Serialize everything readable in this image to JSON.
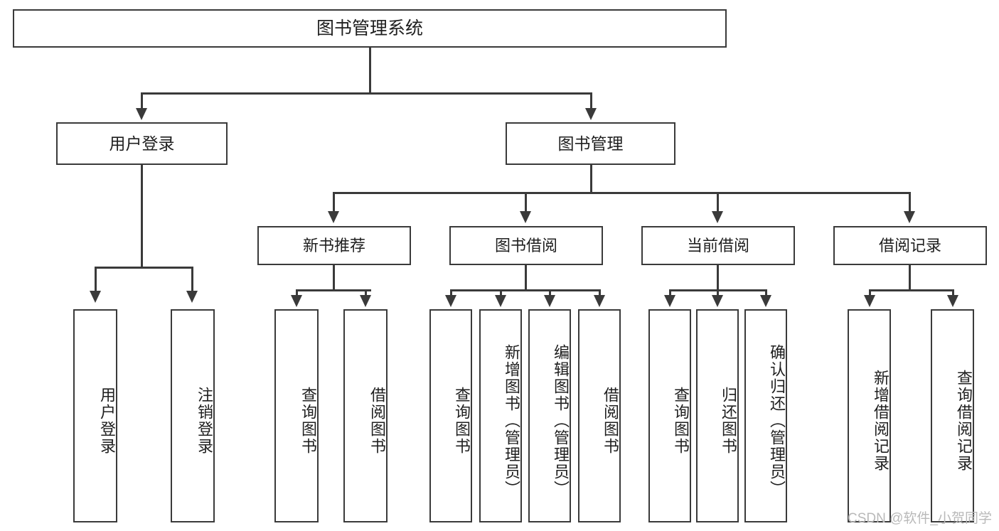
{
  "diagram": {
    "title": "图书管理系统",
    "root": {
      "label": "图书管理系统"
    },
    "level1": [
      {
        "label": "用户登录"
      },
      {
        "label": "图书管理"
      }
    ],
    "level2": [
      {
        "label": "新书推荐"
      },
      {
        "label": "图书借阅"
      },
      {
        "label": "当前借阅"
      },
      {
        "label": "借阅记录"
      }
    ],
    "leaves": {
      "user_login": [
        {
          "label": "用户登录"
        },
        {
          "label": "注销登录"
        }
      ],
      "new_book_recommend": [
        {
          "label": "查询图书"
        },
        {
          "label": "借阅图书"
        }
      ],
      "book_borrow": [
        {
          "label": "查询图书"
        },
        {
          "label": "新增图书（管理员）"
        },
        {
          "label": "编辑图书（管理员）"
        },
        {
          "label": "借阅图书"
        }
      ],
      "current_borrow": [
        {
          "label": "查询图书"
        },
        {
          "label": "归还图书"
        },
        {
          "label": "确认归还（管理员）"
        }
      ],
      "borrow_record": [
        {
          "label": "新增借阅记录"
        },
        {
          "label": "查询借阅记录"
        }
      ]
    }
  },
  "watermark": {
    "text": "CSDN @软件_小贺同学"
  },
  "colors": {
    "stroke": "#3a3a3a",
    "background": "#ffffff",
    "text": "#1f1f1f",
    "watermark": "#b9b9b9"
  }
}
